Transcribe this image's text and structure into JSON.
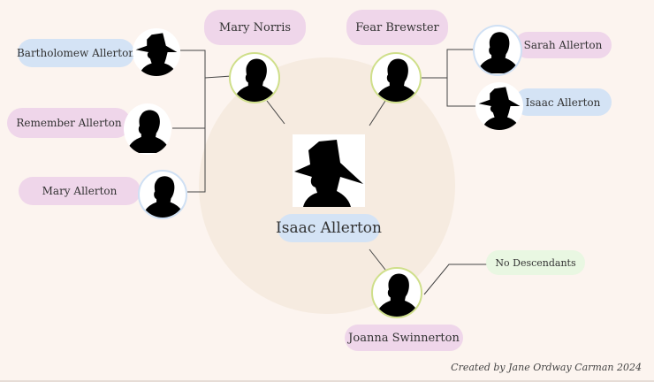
{
  "person": {
    "name": "Isaac Allerton"
  },
  "parents": [
    {
      "name": "Mary Norris"
    },
    {
      "name": "Fear Brewster"
    }
  ],
  "children_left": [
    {
      "name": "Bartholomew Allerton"
    },
    {
      "name": "Remember Allerton"
    },
    {
      "name": "Mary Allerton"
    }
  ],
  "children_right": [
    {
      "name": "Sarah Allerton"
    },
    {
      "name": "Isaac Allerton"
    }
  ],
  "spouse": {
    "name": "Joanna Swinnerton"
  },
  "descendants": {
    "label": "No Descendants"
  },
  "footer": {
    "credit": "Created by Jane Ordway Carman 2024"
  },
  "colors": {
    "female": "#efd6ea",
    "male": "#d4e3f5",
    "note": "#e9f7e2",
    "background": "#fcf4ef",
    "center": "#f6ebe0"
  },
  "icons": {
    "male_hat": "silhouette-hat-icon",
    "person": "silhouette-icon"
  }
}
